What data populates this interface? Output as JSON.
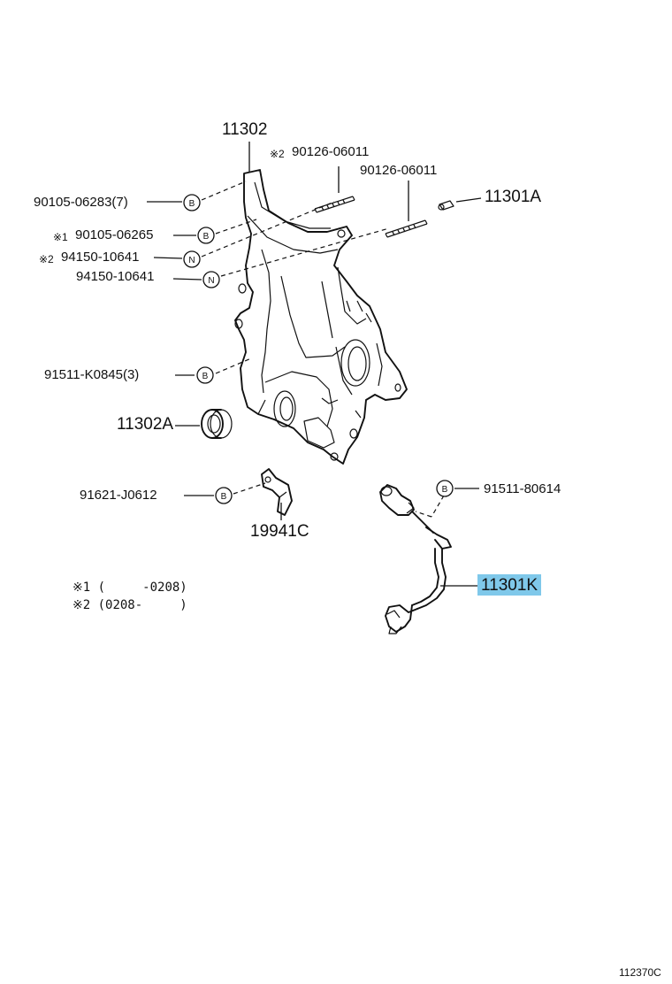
{
  "parts": {
    "p11302": "11302",
    "p90126_06011_2": "90126-06011",
    "p90126_06011": "90126-06011",
    "p11301A": "11301A",
    "p90105_06283": "90105-06283(7)",
    "p90105_06265": "90105-06265",
    "p94150_10641_2": "94150-10641",
    "p94150_10641": "94150-10641",
    "p91511_K0845": "91511-K0845(3)",
    "p11302A": "11302A",
    "p91621_J0612": "91621-J0612",
    "p19941C": "19941C",
    "p91511_80614": "91511-80614",
    "p11301K": "11301K"
  },
  "markers": {
    "note1": "※1",
    "note2": "※2"
  },
  "callouts": {
    "b": "B",
    "n": "N"
  },
  "notes": {
    "n1": "※1 (     -0208)",
    "n2": "※2 (0208-     )"
  },
  "reference": "112370C",
  "colors": {
    "highlight": "#7fc8ea",
    "ink": "#111111"
  }
}
